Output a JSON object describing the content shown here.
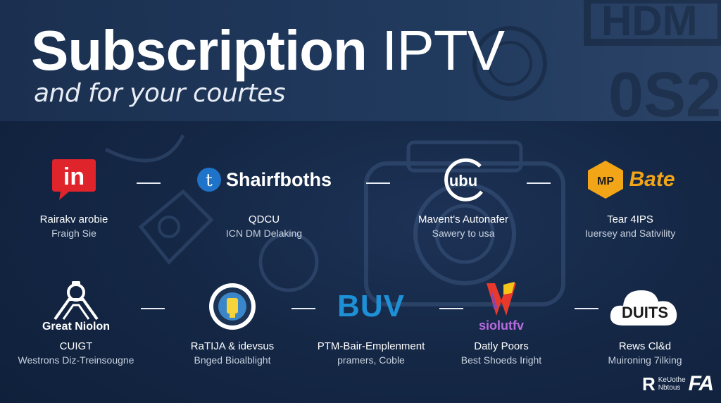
{
  "hero": {
    "title_bold": "Subscription",
    "title_thin": "IPTV",
    "subtitle": "and for your courtes"
  },
  "colors": {
    "background": "#142745",
    "linkedin_red": "#e0242b",
    "shair_blue": "#1f73c8",
    "bate_orange": "#f2a516",
    "buv_blue": "#1e90d6",
    "siolut_purple": "#b86be0"
  },
  "row1": [
    {
      "logo_text": "in",
      "logo_icon": "speech-bubble-icon",
      "name": "Rairakv arobie",
      "sub": "Fraigh Sie"
    },
    {
      "logo_text": "Shairfboths",
      "logo_icon": "t-circle-icon",
      "name": "QDCU",
      "sub": "ICN DM Delaking"
    },
    {
      "logo_text": "ubu",
      "logo_icon": "ring-icon",
      "name": "Mavent's Autonafer",
      "sub": "Sawery to usa"
    },
    {
      "logo_text": "Bate",
      "badge_text": "MP",
      "logo_icon": "hexagon-icon",
      "name": "Tear 4IPS",
      "sub": "Iuersey and Sativility"
    }
  ],
  "row2": [
    {
      "logo_text": "Great Niolon",
      "logo_icon": "robot-arch-icon",
      "name": "CUIGT",
      "sub": "Westrons Diz-Treinsougne"
    },
    {
      "logo_text": "",
      "logo_icon": "gear-seal-icon",
      "name": "RaTIJA & idevsus",
      "sub": "Bnged Bioalblight"
    },
    {
      "logo_text": "BUV",
      "logo_icon": "wordmark",
      "name": "PTM-Bair-Emplenment",
      "sub": "pramers, Coble"
    },
    {
      "logo_text": "siolutfv",
      "logo_icon": "w-flag-icon",
      "name": "Datly Poors",
      "sub": "Best Shoeds Iright"
    },
    {
      "logo_text": "DUITS",
      "logo_icon": "cloud-icon",
      "name": "Rews Cl&d",
      "sub": "Muironing 7ilking"
    }
  ],
  "badge": {
    "mark": "R",
    "line1": "KeUothe",
    "line2": "Nbtous",
    "tail": "FA"
  }
}
